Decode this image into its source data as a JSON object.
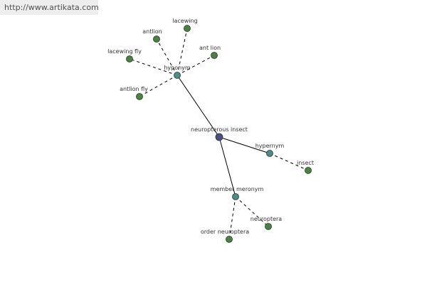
{
  "watermark": {
    "text": "http://www.artikata.com"
  },
  "colors": {
    "root": "#4a4f86",
    "relation": "#4d8a8a",
    "leaf": "#4e7f45"
  },
  "nodes": [
    {
      "id": "neuropterous_insect",
      "label": "neuropterous insect",
      "kind": "root"
    },
    {
      "id": "hyponym",
      "label": "hyponym",
      "kind": "relation"
    },
    {
      "id": "hypernym",
      "label": "hypernym",
      "kind": "relation"
    },
    {
      "id": "member_meronym",
      "label": "member meronym",
      "kind": "relation"
    },
    {
      "id": "lacewing",
      "label": "lacewing",
      "kind": "leaf"
    },
    {
      "id": "antlion",
      "label": "antlion",
      "kind": "leaf"
    },
    {
      "id": "ant_lion",
      "label": "ant lion",
      "kind": "leaf"
    },
    {
      "id": "lacewing_fly",
      "label": "lacewing fly",
      "kind": "leaf"
    },
    {
      "id": "antlion_fly",
      "label": "antlion fly",
      "kind": "leaf"
    },
    {
      "id": "insect",
      "label": "insect",
      "kind": "leaf"
    },
    {
      "id": "neuroptera",
      "label": "neuroptera",
      "kind": "leaf"
    },
    {
      "id": "order_neuroptera",
      "label": "order neuroptera",
      "kind": "leaf"
    }
  ],
  "edges": [
    {
      "from": "neuropterous_insect",
      "to": "hyponym",
      "style": "solid"
    },
    {
      "from": "neuropterous_insect",
      "to": "hypernym",
      "style": "solid"
    },
    {
      "from": "neuropterous_insect",
      "to": "member_meronym",
      "style": "solid"
    },
    {
      "from": "hyponym",
      "to": "lacewing",
      "style": "dashed"
    },
    {
      "from": "hyponym",
      "to": "antlion",
      "style": "dashed"
    },
    {
      "from": "hyponym",
      "to": "ant_lion",
      "style": "dashed"
    },
    {
      "from": "hyponym",
      "to": "lacewing_fly",
      "style": "dashed"
    },
    {
      "from": "hyponym",
      "to": "antlion_fly",
      "style": "dashed"
    },
    {
      "from": "hypernym",
      "to": "insect",
      "style": "dashed"
    },
    {
      "from": "member_meronym",
      "to": "neuroptera",
      "style": "dashed"
    },
    {
      "from": "member_meronym",
      "to": "order_neuroptera",
      "style": "dashed"
    }
  ]
}
